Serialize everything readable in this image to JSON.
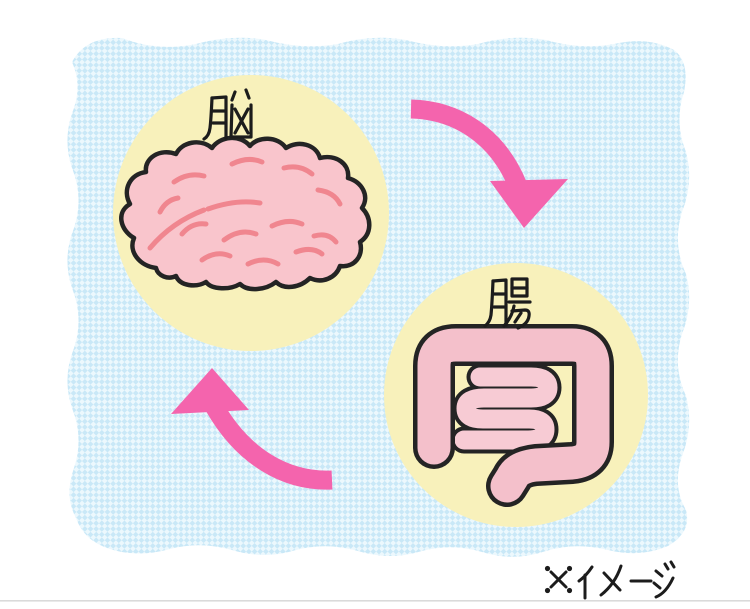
{
  "palette": {
    "page_bg": "#ffffff",
    "checker_light": "#ecf8fd",
    "checker_dark": "#c9e8f7",
    "circle_yellow": "#f8f1bb",
    "brain_pink": "#f9c5cc",
    "brain_line_coral": "#f0868f",
    "gut_pink": "#f4c0cb",
    "gut_inner_pink": "#f7cbd4",
    "outline_dark": "#242424",
    "arrow_pink": "#f464ad",
    "text_dark": "#1c1c1c",
    "divider_gray": "#dadada"
  },
  "diagram": {
    "nodes": [
      {
        "id": "brain",
        "label": "脳"
      },
      {
        "id": "gut",
        "label": "腸"
      }
    ],
    "arrows": [
      {
        "id": "brain-to-gut-arrow"
      },
      {
        "id": "gut-to-brain-arrow"
      }
    ],
    "caption": "※イメージ"
  }
}
